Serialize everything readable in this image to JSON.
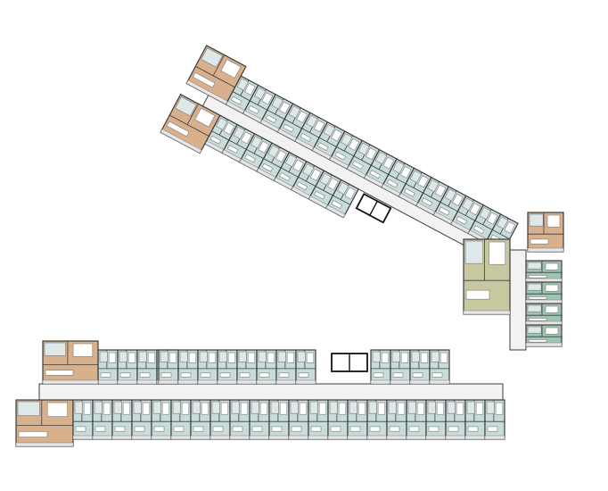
{
  "colors": {
    "background": "#ffffff",
    "studio_unit": "#c9dcdc",
    "large_unit": "#d9b08c",
    "medium_unit": "#c8c8a0",
    "corner_unit": "#9ec4b2",
    "corridor": "#f2f2f2",
    "wall": "#3c3c3c",
    "fixture": "#7a7a7a",
    "balcony": "#e6e6e6",
    "stair": "#111111"
  },
  "buildings": [
    {
      "name": "upper-wing",
      "layout": "angled",
      "unit_types": [
        "large",
        "studio",
        "medium",
        "corner"
      ]
    },
    {
      "name": "lower-wing",
      "layout": "straight",
      "unit_types": [
        "large",
        "studio"
      ]
    }
  ]
}
